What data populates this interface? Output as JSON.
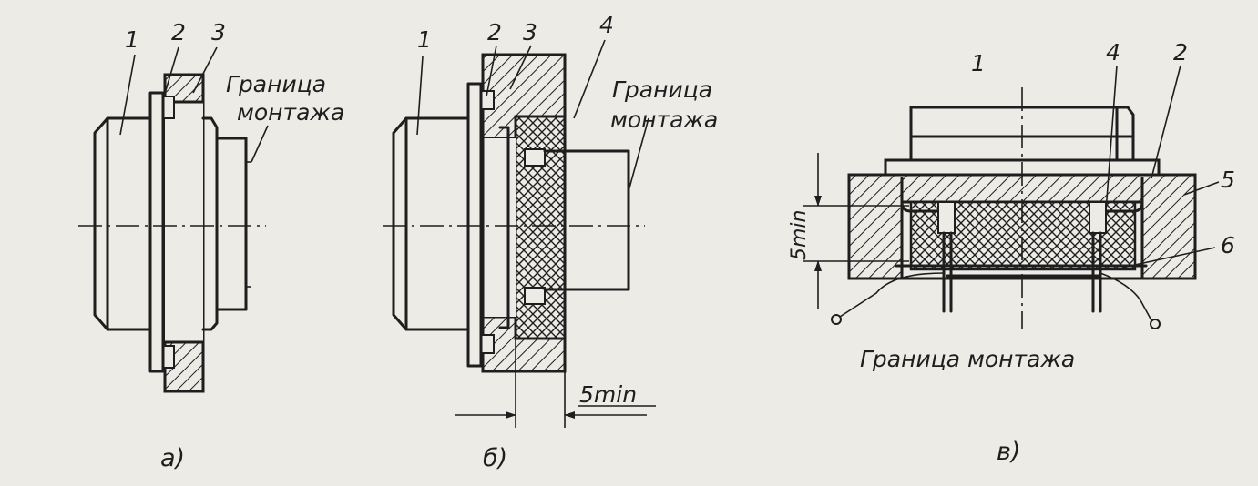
{
  "figure_a": {
    "callouts": [
      "1",
      "2",
      "3"
    ],
    "mount_boundary": [
      "Граница",
      "монтажа"
    ],
    "caption": "а)"
  },
  "figure_b": {
    "callouts": [
      "1",
      "2",
      "3",
      "4"
    ],
    "mount_boundary": [
      "Граница",
      "монтажа"
    ],
    "dimension": "5min",
    "caption": "б)"
  },
  "figure_c": {
    "callouts": [
      "1",
      "4",
      "2",
      "5",
      "6"
    ],
    "dimension": "5min",
    "mount_boundary": "Граница монтажа",
    "caption": "в)"
  },
  "colors": {
    "ink": "#1e1e1e",
    "paper": "#ecebe6"
  }
}
